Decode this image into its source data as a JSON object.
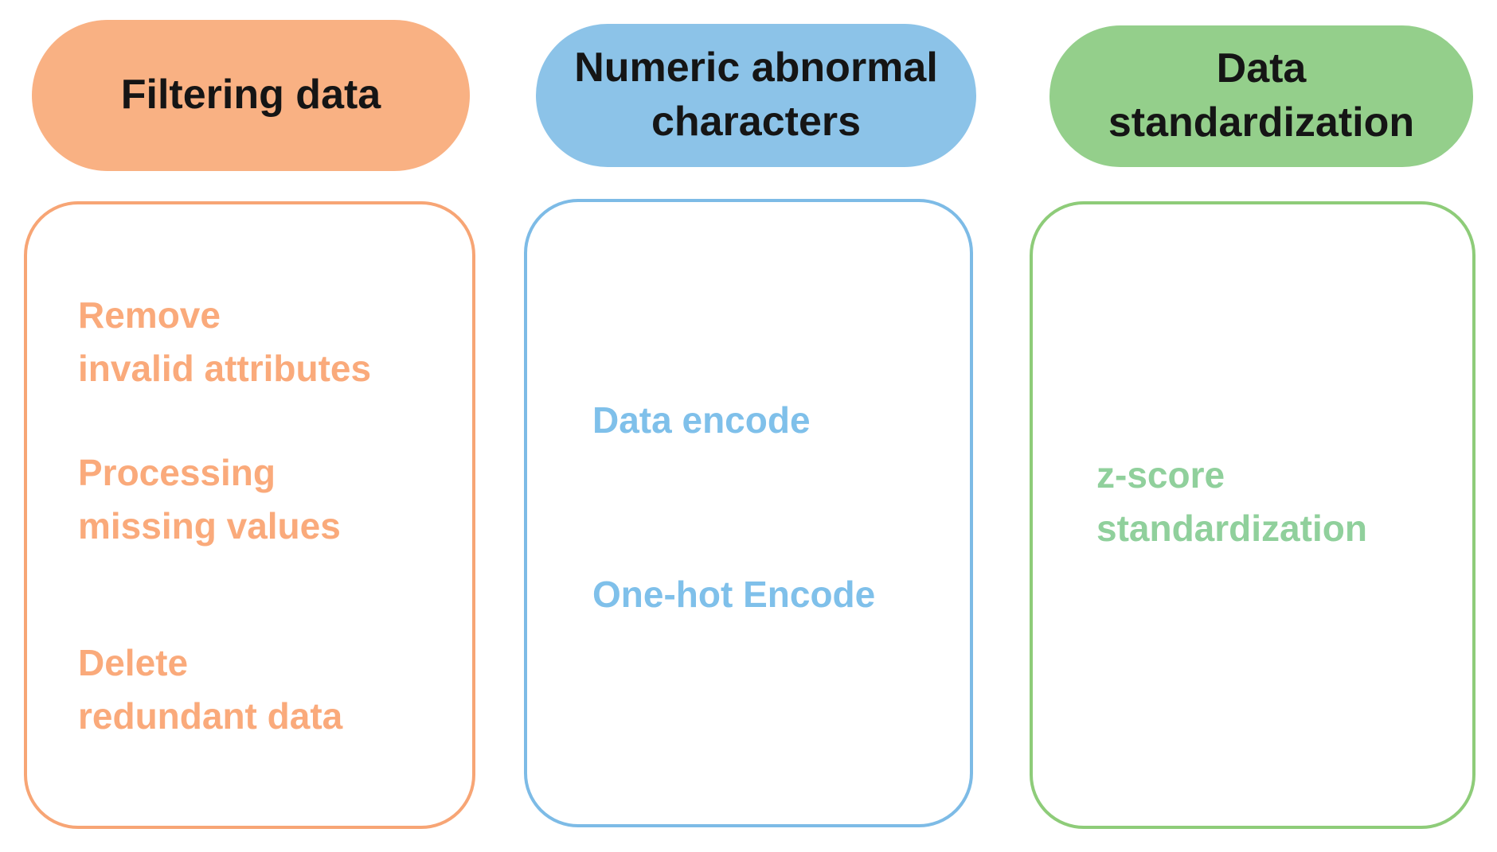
{
  "figure": {
    "background": "#FFFFFF",
    "header_text_color": "#151515"
  },
  "columns": [
    {
      "name": "filtering-data",
      "header": {
        "lines": [
          "Filtering data"
        ]
      },
      "items": [
        {
          "lines": [
            "Remove",
            "invalid attributes"
          ]
        },
        {
          "lines": [
            "Processing",
            "missing values"
          ]
        },
        {
          "lines": [
            "Delete",
            "redundant data"
          ]
        }
      ],
      "colors": {
        "pill": "#F9B183",
        "border": "#F7A575",
        "text": "#FAAA7B"
      }
    },
    {
      "name": "numeric-abnormal-characters",
      "header": {
        "lines": [
          "Numeric abnormal",
          "characters"
        ]
      },
      "items": [
        {
          "lines": [
            "Data encode"
          ]
        },
        {
          "lines": [
            "One-hot Encode"
          ]
        }
      ],
      "colors": {
        "pill": "#8CC3E8",
        "border": "#7DBBE6",
        "text": "#7FC0EA"
      }
    },
    {
      "name": "data-standardization",
      "header": {
        "lines": [
          "Data",
          "standardization"
        ]
      },
      "items": [
        {
          "lines": [
            "z-score",
            "standardization"
          ]
        }
      ],
      "colors": {
        "pill": "#94CF8B",
        "border": "#8ECC79",
        "text": "#90D09C"
      }
    }
  ]
}
